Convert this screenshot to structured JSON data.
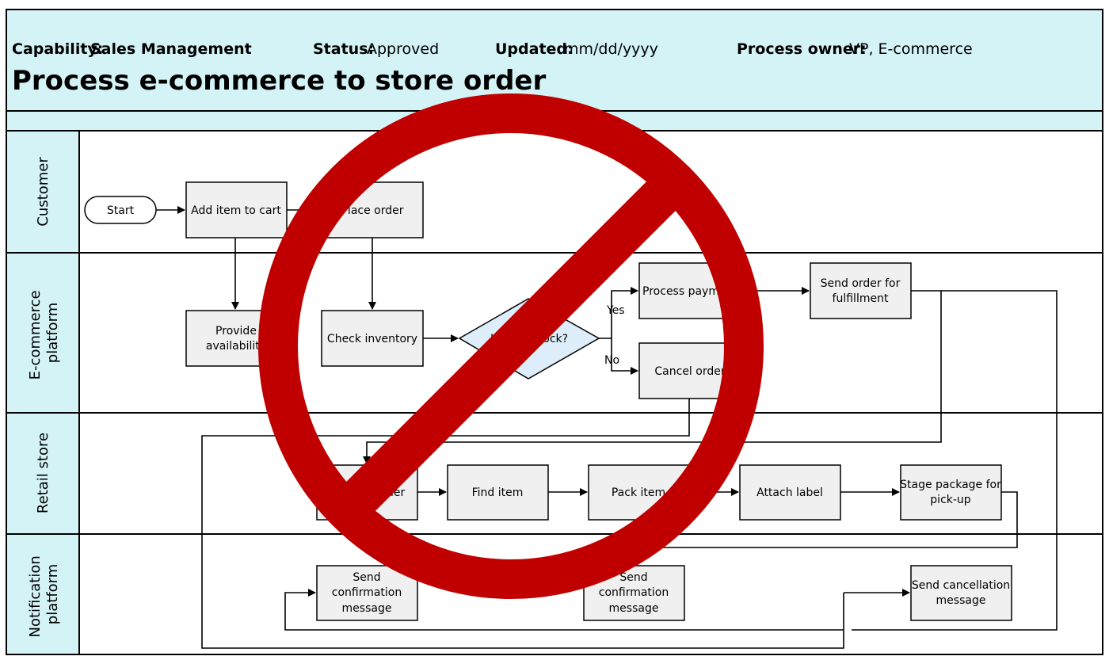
{
  "header": {
    "capability_label": "Capability:",
    "capability_value": "Sales Management",
    "status_label": "Status:",
    "status_value": "Approved",
    "updated_label": "Updated:",
    "updated_value": "mm/dd/yyyy",
    "owner_label": "Process owner:",
    "owner_value": "VP, E-commerce",
    "title": "Process e-commerce to store order"
  },
  "lanes": [
    {
      "lines": [
        "Customer"
      ]
    },
    {
      "lines": [
        "E-commerce",
        "platform"
      ]
    },
    {
      "lines": [
        "Retail store"
      ]
    },
    {
      "lines": [
        "Notification",
        "platform"
      ]
    }
  ],
  "nodes": {
    "start": {
      "lines": [
        "Start"
      ]
    },
    "add_item": {
      "lines": [
        "Add item to cart"
      ]
    },
    "place_order": {
      "lines": [
        "Place order"
      ]
    },
    "provide_availability": {
      "lines": [
        "Provide",
        "availability"
      ]
    },
    "check_inventory": {
      "lines": [
        "Check inventory"
      ]
    },
    "decision": {
      "lines": [
        "Item in stock?"
      ]
    },
    "process_payment": {
      "lines": [
        "Process payment"
      ]
    },
    "cancel_order": {
      "lines": [
        "Cancel order"
      ]
    },
    "send_fulfillment": {
      "lines": [
        "Send order for",
        "fulfillment"
      ]
    },
    "receive_order": {
      "lines": [
        "Receive order"
      ]
    },
    "find_item": {
      "lines": [
        "Find item"
      ]
    },
    "pack_item": {
      "lines": [
        "Pack item"
      ]
    },
    "attach_label": {
      "lines": [
        "Attach label"
      ]
    },
    "stage_package": {
      "lines": [
        "Stage package for",
        "pick-up"
      ]
    },
    "send_confirmation_1": {
      "lines": [
        "Send",
        "confirmation",
        "message"
      ]
    },
    "send_confirmation_2": {
      "lines": [
        "Send",
        "confirmation",
        "message"
      ]
    },
    "send_cancellation": {
      "lines": [
        "Send cancellation",
        "message"
      ]
    }
  },
  "edge_labels": {
    "yes": "Yes",
    "no": "No"
  },
  "overlay": {
    "symbol": "prohibition-sign-icon",
    "color": "#c00000"
  },
  "colors": {
    "header_bg": "#d4f3f6",
    "lane_label_bg": "#d4f3f6"
  }
}
